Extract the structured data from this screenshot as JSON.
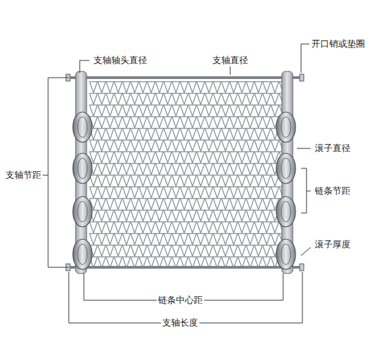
{
  "diagram": {
    "labels": [
      "支轴轴头直径",
      "支轴直径",
      "开口销或垫圈",
      "滚子直径",
      "链条节距",
      "滚子厚度",
      "支轴节距",
      "链条中心距",
      "支轴长度"
    ]
  }
}
